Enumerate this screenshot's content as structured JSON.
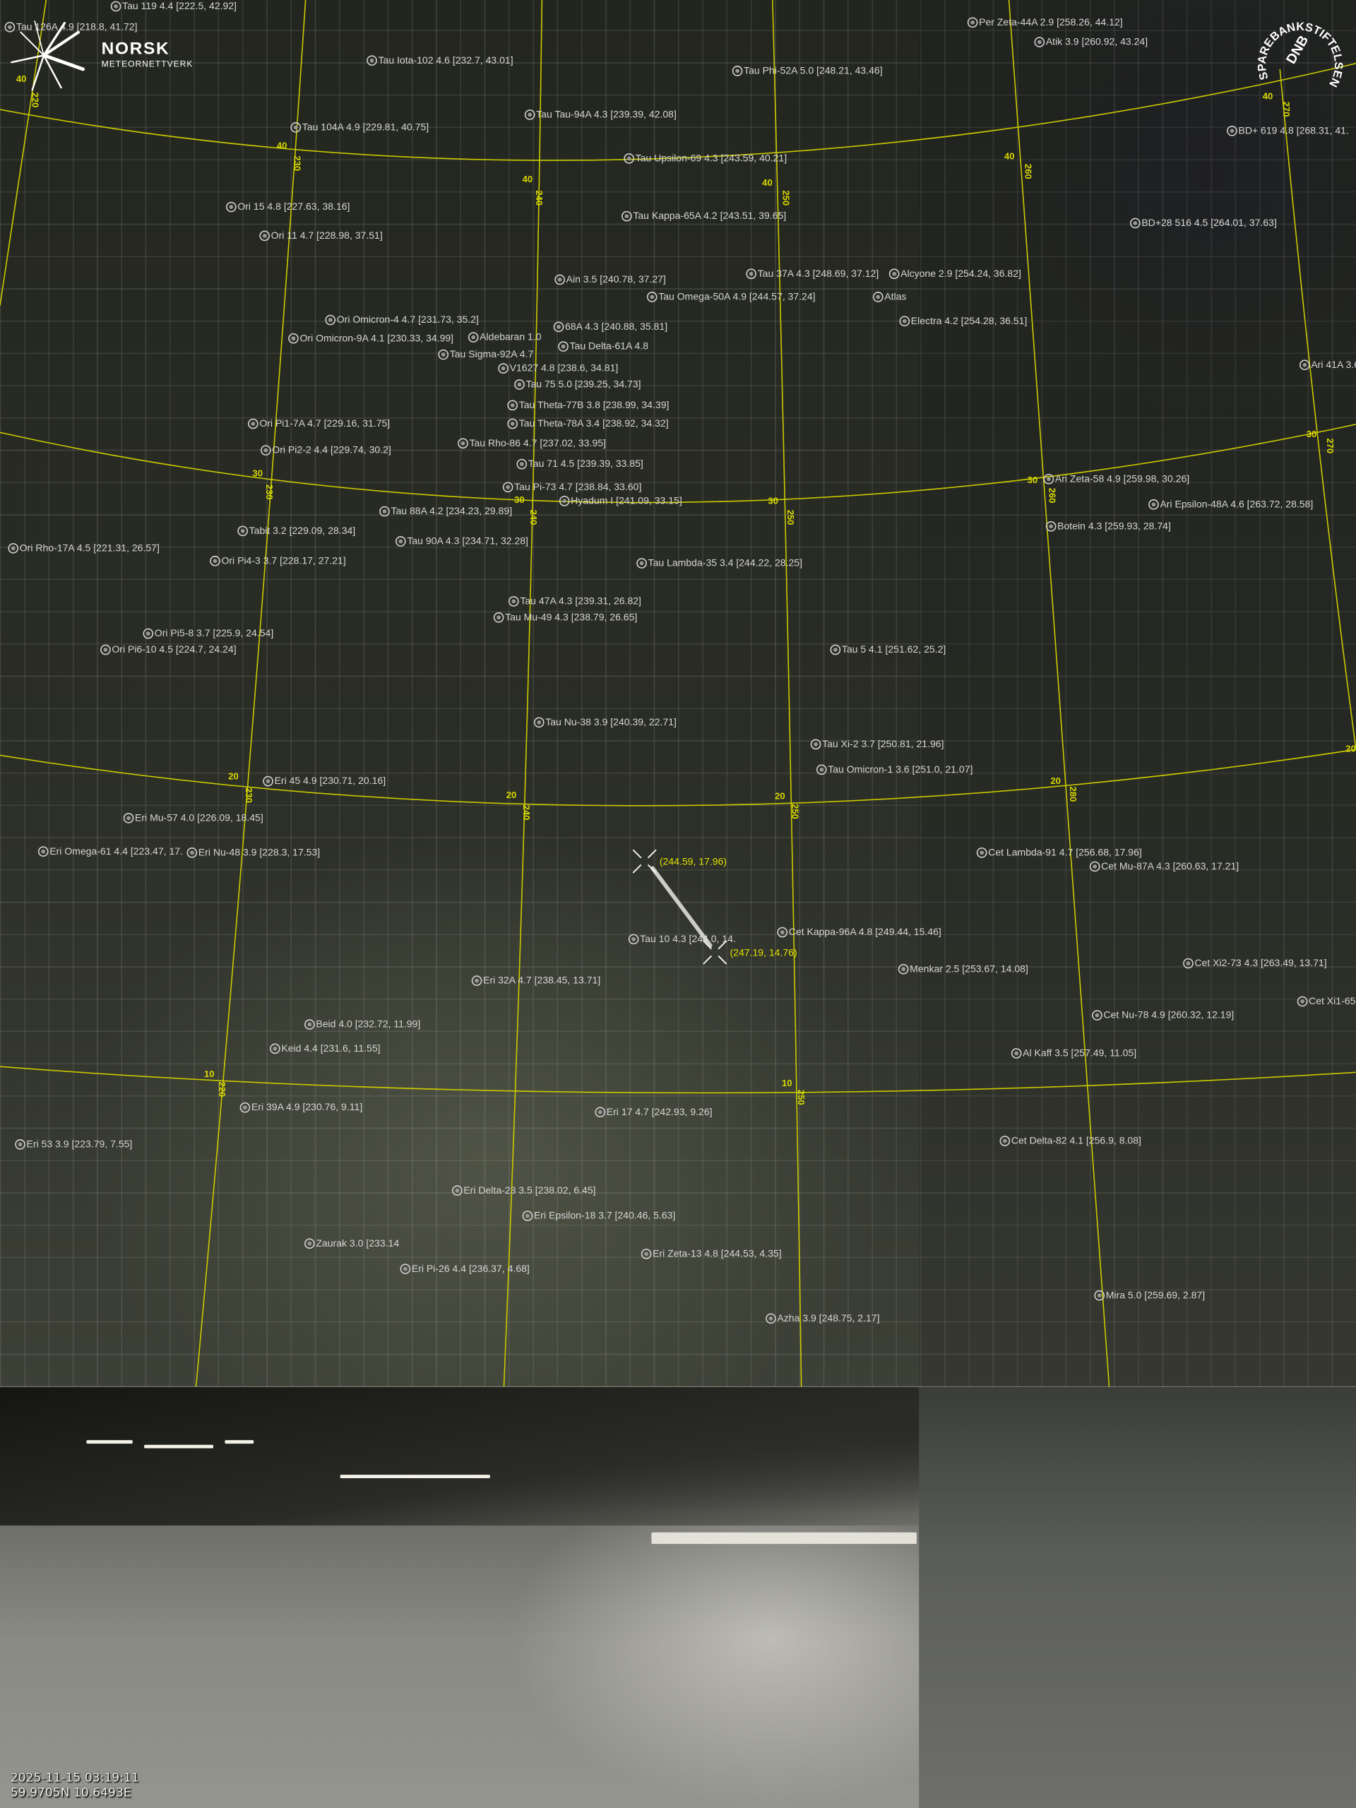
{
  "overlay": {
    "timestamp": "2025-11-15 03:19:11",
    "location": "59.9705N 10.6493E",
    "logo_left": {
      "title": "NORSK",
      "subtitle": "METEORNETTVERK"
    },
    "logo_right": {
      "ring_text": "SPAREBANKSTIFTELSEN",
      "center_text": "DNB"
    }
  },
  "meteor": {
    "start_label": "(244.59, 17.96)",
    "end_label": "(247.19, 14.76)"
  },
  "grid_labels": {
    "dec": [
      "40",
      "30",
      "20",
      "10"
    ],
    "ra": [
      "220",
      "230",
      "240",
      "250",
      "260",
      "270",
      "280"
    ]
  },
  "colors": {
    "grid_major": "#d8d800",
    "label": "#d6d6d6",
    "meteor_label": "#e0e000"
  },
  "stars": [
    "Tau 119 4.4 [222.5, 42.92]",
    "Tau 126A 4.9 [218.8, 41.72]",
    "Tau Iota-102 4.6 [232.7, 43.01]",
    "Tau Phi-52A 5.0 [248.21, 43.46]",
    "Per Zeta-44A 2.9 [258.26, 44.12]",
    "Atik 3.9 [260.92, 43.24]",
    "BD+ 619 4.8 [268.31, 41.",
    "Tau Tau-94A 4.3 [239.39, 42.08]",
    "Tau 104A 4.9 [229.81, 40.75]",
    "Tau Upsilon-69 4.3 [243.59, 40.21]",
    "Tau Kappa-65A 4.2 [243.51, 39.65]",
    "Ori 15 4.8 [227.63, 38.16]",
    "Ori 11 4.7 [228.98, 37.51]",
    "BD+28 516 4.5 [264.01, 37.63]",
    "Ain 3.5 [240.78, 37.27]",
    "Tau Omega-50A 4.9 [244.57, 37.24]",
    "Tau 37A 4.3 [248.69, 37.12]",
    "Atlas",
    "Alcyone 2.9 [254.24, 36.82]",
    "Electra 4.2 [254.28, 36.51]",
    "Ori Omicron-4 4.7 [231.73, 35.2]",
    "Ori Omicron-9A 4.1 [230.33, 34.99]",
    "Aldebaran 1.0",
    "Tau Sigma-92A 4.7",
    "68A 4.3 [240.88, 35.81]",
    "Tau Delta-61A 4.8",
    "V1627 4.8 [238.6, 34.81]",
    "Tau 75 5.0 [239.25, 34.73]",
    "Tau Theta-77B 3.8 [238.99, 34.39]",
    "Tau Theta-78A 3.4 [238.92, 34.32]",
    "Tau Rho-86 4.7 [237.02, 33.95]",
    "Tau 71 4.5 [239.39, 33.85]",
    "Tau Pi-73 4.7 [238.84, 33.60]",
    "Hyadum I [241.09, 33.15]",
    "Ori Pi1-7A 4.7 [229.16, 31.75]",
    "Tau 90A 4.3 [234.71, 32.28]",
    "Ari 41A 3.6",
    "Ori Pi2-2 4.4 [229.74, 30.2]",
    "Tau 88A 4.2 [234.23, 29.89]",
    "Ari Zeta-58 4.9 [259.98, 30.26]",
    "Botein 4.3 [259.93, 28.74]",
    "Ari Epsilon-48A 4.6 [263.72, 28.58]",
    "Tabit 3.2 [229.09, 28.34]",
    "Ori Rho-17A 4.5 [221.31, 26.57]",
    "Ori Pi4-3 3.7 [228.17, 27.21]",
    "Tau Lambda-35 3.4 [244.22, 28.25]",
    "Tau 47A 4.3 [239.31, 26.82]",
    "Tau Mu-49 4.3 [238.79, 26.65]",
    "Ori Pi5-8 3.7 [225.9, 24.54]",
    "Ori Pi6-10 4.5 [224.7, 24.24]",
    "Tau 5 4.1 [251.62, 25.2]",
    "Tau Nu-38 3.9 [240.39, 22.71]",
    "Tau Xi-2 3.7 [250.81, 21.96]",
    "Tau Omicron-1 3.6 [251.0, 21.07]",
    "Eri 45 4.9 [230.71, 20.16]",
    "Eri Mu-57 4.0 [226.09, 18.45]",
    "Eri Omega-61 4.4 [223.47, 17.",
    "Eri Nu-48 3.9 [228.3, 17.53]",
    "Cet Lambda-91 4.7 [256.68, 17.96]",
    "Cet Mu-87A 4.3 [260.63, 17.21]",
    "Cet Kappa-96A 4.8 [249.44, 15.46]",
    "Tau 10 4.3 [244.0, 14.",
    "Menkar 2.5 [253.67, 14.08]",
    "Cet Xi2-73 4.3 [263.49, 13.71]",
    "Eri 32A 4.7 [238.45, 13.71]",
    "Cet Xi1-65",
    "Beid 4.0 [232.72, 11.99]",
    "Keid 4.4 [231.6, 11.55]",
    "Cet Nu-78 4.9 [260.32, 12.19]",
    "Al Kaff 3.5 [257.49, 11.05]",
    "Eri 39A 4.9 [230.76, 9.11]",
    "Eri 17 4.7 [242.93, 9.26]",
    "Eri 53 3.9 [223.79, 7.55]",
    "Cet Delta-82 4.1 [256.9, 8.08]",
    "Eri Delta-23 3.5 [238.02, 6.45]",
    "Eri Epsilon-18 3.7 [240.46, 5.63]",
    "Zaurak 3.0 [233.14",
    "Eri Pi-26 4.4 [236.37, 4.68]",
    "Eri Zeta-13 4.8 [244.53, 4.35]",
    "Azha 3.9 [248.75, 2.17]",
    "Mira 5.0 [259.69, 2.87]"
  ]
}
